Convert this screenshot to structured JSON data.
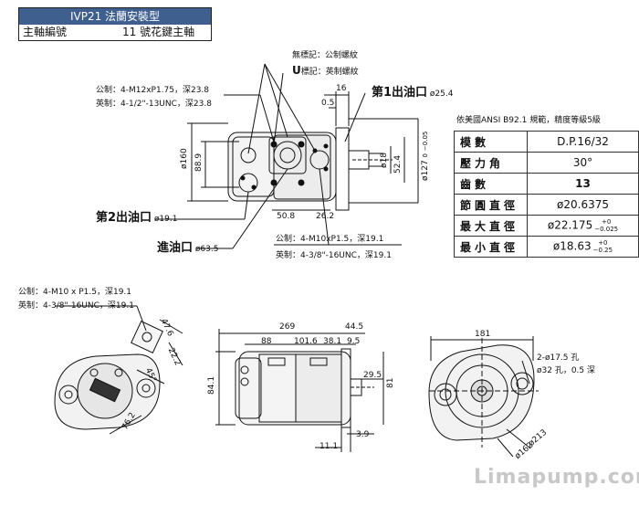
{
  "title": {
    "model": "IVP21 法蘭安裝型",
    "shaft_label": "主軸編號",
    "shaft_value": "11 號花鍵主軸"
  },
  "notes": {
    "no_mark": "無標記：公制螺紋",
    "u_mark_letter": "U",
    "u_mark": "標記：英制螺紋",
    "spline_std": "依美國ANSI  B92.1 規範，精度等級5級"
  },
  "ports": {
    "outlet1_label": "第1出油口",
    "outlet1_size": "ø25.4",
    "outlet2_label": "第2出油口",
    "outlet2_size": "ø19.1",
    "inlet_label": "進油口",
    "inlet_size": "ø63.5",
    "top_thread_metric": "公制：4-M12xP1.75，深23.8",
    "top_thread_imperial": "英制：4-1/2\"-13UNC，深23.8",
    "mid_thread_metric": "公制：4-M10xP1.5，深19.1",
    "mid_thread_imperial": "英制：4-3/8\"-16UNC，深19.1",
    "left_thread_metric": "公制：4-M10 x P1.5，深19.1",
    "left_thread_imperial": "英制：4-3/8\"-16UNC，深19.1"
  },
  "spec_table": {
    "rows": [
      {
        "k": "模數",
        "v": "D.P.16/32"
      },
      {
        "k": "壓力角",
        "v": "30°"
      },
      {
        "k": "齒數",
        "v": "13"
      },
      {
        "k": "節圓直徑",
        "v": "ø20.6375"
      },
      {
        "k": "最大直徑",
        "v": "ø22.175",
        "tol_up": "+0",
        "tol_dn": "−0.025"
      },
      {
        "k": "最小直徑",
        "v": "ø18.63",
        "tol_up": "+0",
        "tol_dn": "−0.25"
      }
    ]
  },
  "dims": {
    "d16": "16",
    "d05": "0.5",
    "d160": "ø160",
    "d889": "88.9",
    "d508": "50.8",
    "d262": "26.2",
    "d18": "ø18",
    "d524": "52.4",
    "d127": "ø127",
    "d127_tol_up": "0",
    "d127_tol_dn": "−0.05",
    "d476": "47.6",
    "d222": "22.2",
    "d45": "45°",
    "d762": "76.2",
    "d269": "269",
    "d445": "44.5",
    "d88": "88",
    "d1016": "101.6",
    "d381": "38.1",
    "d95": "9.5",
    "d841": "84.1",
    "d295": "29.5",
    "d81": "81",
    "d39": "3.9",
    "d111": "11.1",
    "d181": "181",
    "holes": "2-ø17.5 孔",
    "spot": "ø32 孔，0.5 深",
    "d213": "ø213",
    "d162": "ø162"
  },
  "watermark": "Limapump.com"
}
